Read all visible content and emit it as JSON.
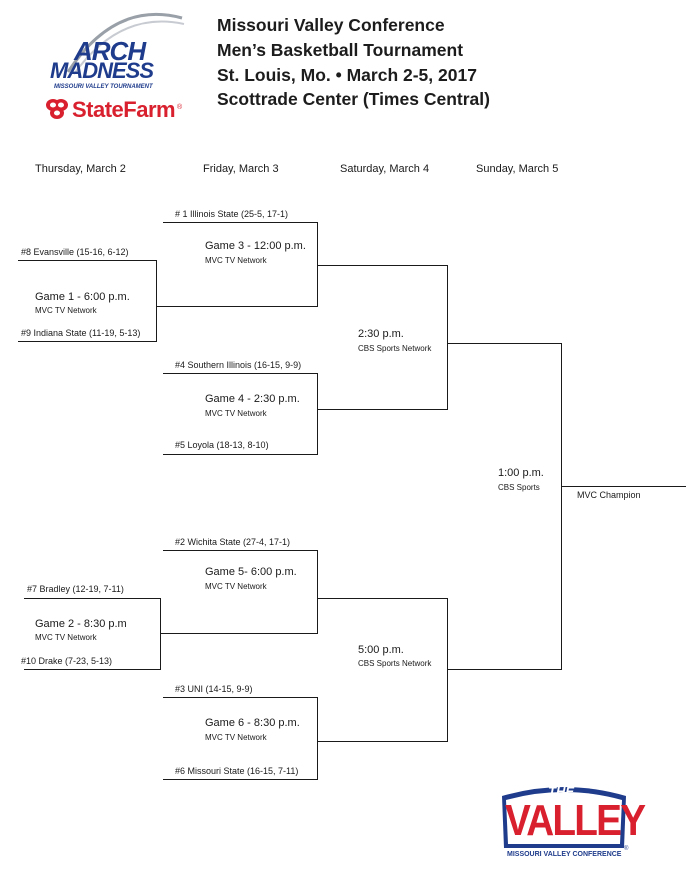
{
  "logo": {
    "arch_text": "ARCH",
    "madness_text": "MADNESS",
    "tournament_text": "MISSOURI VALLEY TOURNAMENT",
    "sponsor_text": "StateFarm",
    "sponsor_mark": "®",
    "brand_blue": "#1f3c8c",
    "brand_red": "#d8202e"
  },
  "header": {
    "line1": "Missouri Valley Conference",
    "line2": "Men’s Basketball Tournament",
    "line3": "St. Louis, Mo. • March 2-5, 2017",
    "line4": "Scottrade Center (Times Central)"
  },
  "days": {
    "thu": "Thursday, March 2",
    "fri": "Friday, March 3",
    "sat": "Saturday, March 4",
    "sun": "Sunday, March 5"
  },
  "bracket": {
    "teams": {
      "seed1": "# 1 Illinois State (25-5, 17-1)",
      "seed8": "#8 Evansville (15-16, 6-12)",
      "seed9": "#9 Indiana State (11-19, 5-13)",
      "seed4": "#4 Southern Illinois (16-15, 9-9)",
      "seed5": "#5 Loyola (18-13, 8-10)",
      "seed2": "#2 Wichita State (27-4, 17-1)",
      "seed7": "#7 Bradley (12-19, 7-11)",
      "seed10": "#10 Drake (7-23, 5-13)",
      "seed3": "#3 UNI (14-15, 9-9)",
      "seed6": "#6 Missouri State (16-15, 7-11)"
    },
    "games": {
      "g1": {
        "label": "Game 1 - 6:00 p.m.",
        "network": "MVC TV Network"
      },
      "g2": {
        "label": "Game 2 - 8:30 p.m",
        "network": "MVC TV Network"
      },
      "g3": {
        "label": "Game 3 - 12:00 p.m.",
        "network": "MVC TV Network"
      },
      "g4": {
        "label": "Game 4 - 2:30 p.m.",
        "network": "MVC TV Network"
      },
      "g5": {
        "label": "Game 5- 6:00 p.m.",
        "network": "MVC TV Network"
      },
      "g6": {
        "label": "Game 6 - 8:30 p.m.",
        "network": "MVC TV Network"
      },
      "semi1": {
        "label": "2:30 p.m.",
        "network": "CBS Sports Network"
      },
      "semi2": {
        "label": "5:00 p.m.",
        "network": "CBS Sports Network"
      },
      "final": {
        "label": "1:00 p.m.",
        "network": "CBS Sports"
      }
    },
    "champion": "MVC Champion"
  },
  "valley_logo": {
    "the_text": "THE",
    "valley_text": "VALLEY",
    "conference_text": "MISSOURI VALLEY CONFERENCE",
    "mark": "®"
  }
}
